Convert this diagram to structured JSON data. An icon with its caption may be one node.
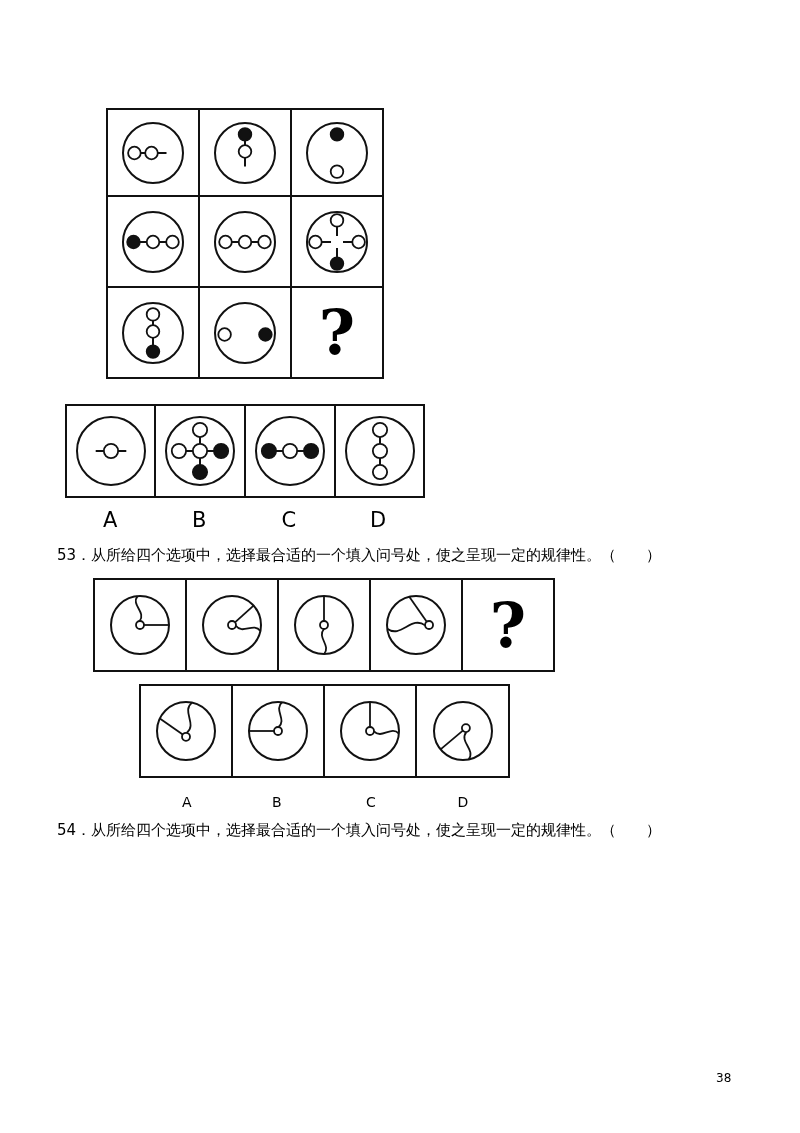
{
  "diagram": {
    "nodes": [
      {
        "text": [],
        "shape": "box"
      },
      {
        "text": [],
        "shape": "box"
      },
      {
        "text": [],
        "shape": "box"
      },
      {
        "text": [],
        "shape": "box"
      },
      {
        "text": [],
        "shape": "box"
      },
      {
        "text": [],
        "shape": "box"
      },
      {
        "text": [],
        "shape": "box"
      },
      {
        "text": [],
        "shape": "box"
      },
      {
        "text": [
          "?"
        ]
      },
      {
        "text": [],
        "shape": "box"
      },
      {
        "text": [],
        "shape": "box"
      },
      {
        "text": [],
        "shape": "box"
      },
      {
        "text": [],
        "shape": "box"
      },
      {
        "text": [],
        "shape": "box"
      },
      {
        "text": [],
        "shape": "box"
      },
      {
        "text": [],
        "shape": "box"
      },
      {
        "text": [],
        "shape": "box"
      },
      {
        "text": [
          "?"
        ]
      },
      {
        "text": [],
        "shape": "box"
      },
      {
        "text": [],
        "shape": "box"
      },
      {
        "text": [],
        "shape": "box"
      },
      {
        "text": [],
        "shape": "box"
      }
    ],
    "labels": [
      "A",
      "B",
      "C",
      "D",
      "53．从所给四个选项中，选择最合适的一个填入问号处，使之呈现一定的规律性。（　　）",
      "A",
      "B",
      "C",
      "D",
      "54．从所给四个选项中，选择最合适的一个填入问号处，使之呈现一定的规律性。（　　）",
      "38"
    ]
  }
}
